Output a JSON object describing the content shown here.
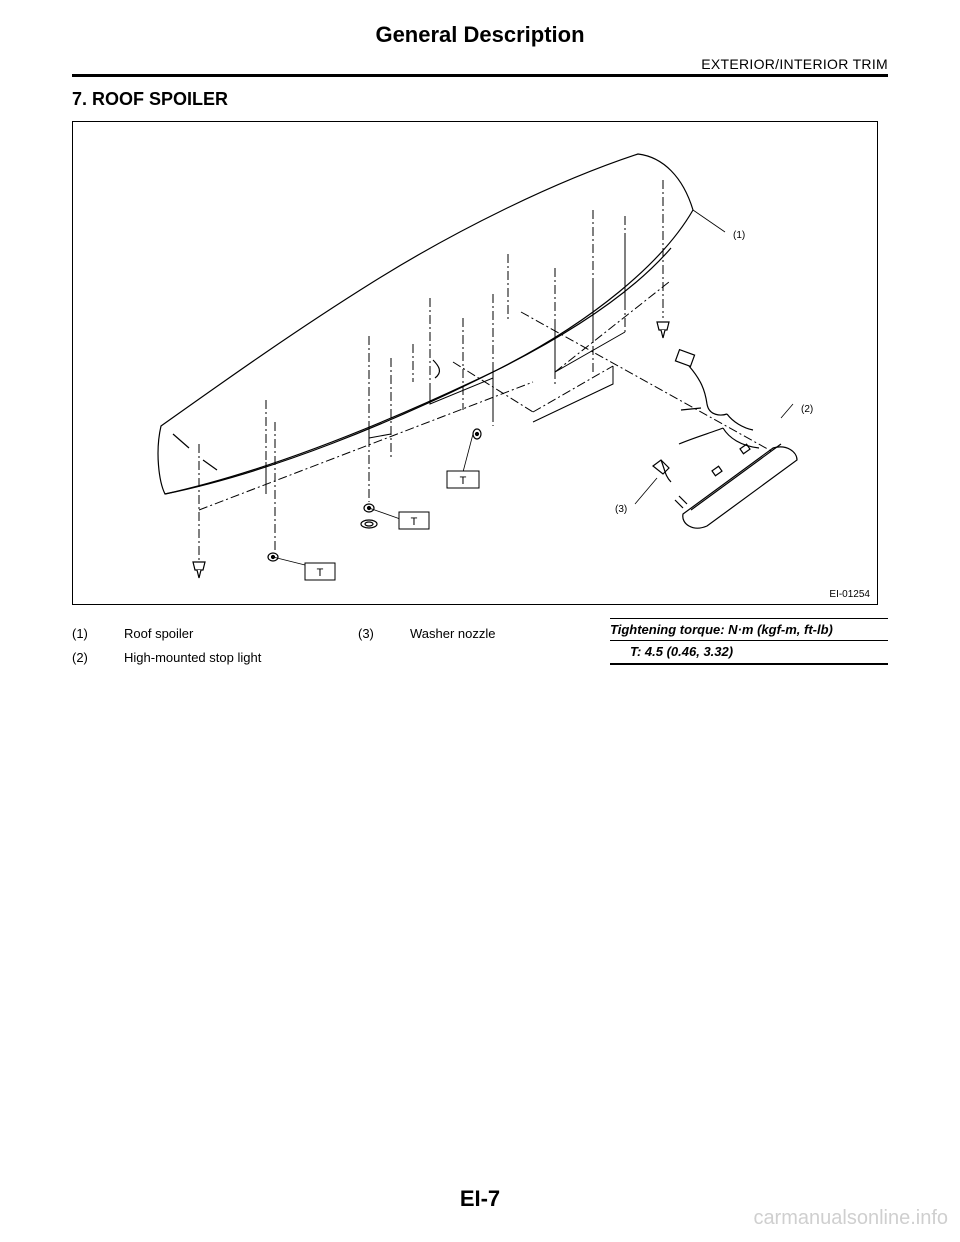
{
  "header": {
    "title": "General Description",
    "section": "EXTERIOR/INTERIOR TRIM"
  },
  "heading": "7.  ROOF SPOILER",
  "figure": {
    "id": "EI-01254",
    "callouts": {
      "c1": "(1)",
      "c2": "(2)",
      "c3": "(3)",
      "t_label": "T"
    }
  },
  "legend": {
    "items": [
      {
        "num": "(1)",
        "label": "Roof spoiler"
      },
      {
        "num": "(2)",
        "label": "High-mounted stop light"
      },
      {
        "num": "(3)",
        "label": "Washer nozzle"
      }
    ],
    "torque_title": "Tightening torque: N·m (kgf-m, ft-lb)",
    "torque_value": "T:    4.5 (0.46, 3.32)"
  },
  "page_number": "EI-7",
  "watermark": "carmanualsonline.info"
}
